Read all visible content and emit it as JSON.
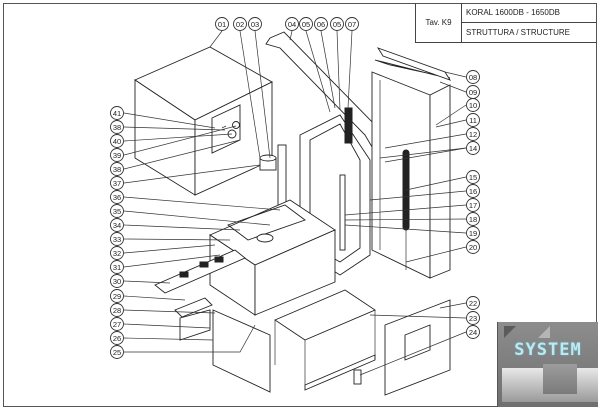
{
  "title_block": {
    "table_ref": "Tav. K9",
    "model": "KORAL 1600DB - 1650DB",
    "section": "STRUTTURA / STRUCTURE"
  },
  "logo": {
    "text": "SYSTEM",
    "text_color": "#bfe9f0",
    "background_color": "#7d7d7d"
  },
  "callouts": [
    {
      "id": "01",
      "side": "top"
    },
    {
      "id": "02",
      "side": "top"
    },
    {
      "id": "03",
      "side": "top"
    },
    {
      "id": "04",
      "side": "top"
    },
    {
      "id": "05",
      "side": "top"
    },
    {
      "id": "06",
      "side": "top"
    },
    {
      "id": "05",
      "side": "top"
    },
    {
      "id": "07",
      "side": "top"
    },
    {
      "id": "08",
      "side": "right"
    },
    {
      "id": "09",
      "side": "right"
    },
    {
      "id": "10",
      "side": "right"
    },
    {
      "id": "11",
      "side": "right"
    },
    {
      "id": "12",
      "side": "right"
    },
    {
      "id": "14",
      "side": "right"
    },
    {
      "id": "15",
      "side": "right"
    },
    {
      "id": "16",
      "side": "right"
    },
    {
      "id": "17",
      "side": "right"
    },
    {
      "id": "18",
      "side": "right"
    },
    {
      "id": "19",
      "side": "right"
    },
    {
      "id": "20",
      "side": "right"
    },
    {
      "id": "22",
      "side": "right"
    },
    {
      "id": "23",
      "side": "right"
    },
    {
      "id": "24",
      "side": "right"
    },
    {
      "id": "41",
      "side": "left"
    },
    {
      "id": "38",
      "side": "left"
    },
    {
      "id": "40",
      "side": "left"
    },
    {
      "id": "39",
      "side": "left"
    },
    {
      "id": "38",
      "side": "left"
    },
    {
      "id": "37",
      "side": "left"
    },
    {
      "id": "36",
      "side": "left"
    },
    {
      "id": "35",
      "side": "left"
    },
    {
      "id": "34",
      "side": "left"
    },
    {
      "id": "33",
      "side": "left"
    },
    {
      "id": "32",
      "side": "left"
    },
    {
      "id": "31",
      "side": "left"
    },
    {
      "id": "30",
      "side": "left"
    },
    {
      "id": "29",
      "side": "left"
    },
    {
      "id": "28",
      "side": "left"
    },
    {
      "id": "27",
      "side": "left"
    },
    {
      "id": "26",
      "side": "left"
    },
    {
      "id": "25",
      "side": "left"
    }
  ]
}
